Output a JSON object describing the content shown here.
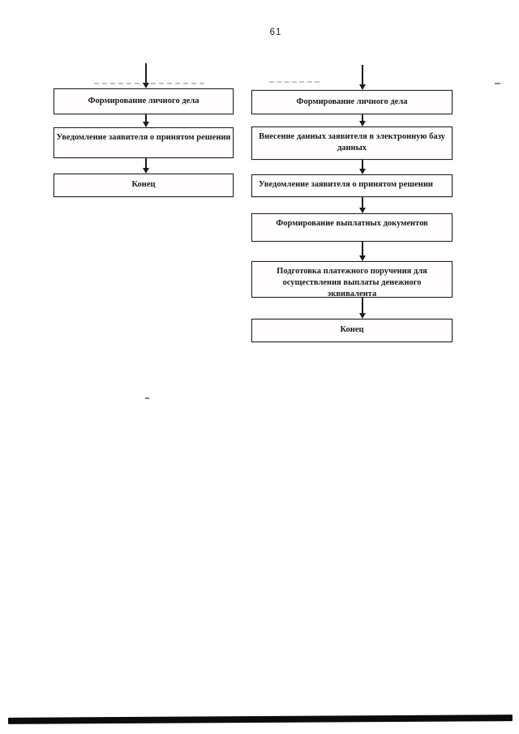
{
  "page": {
    "number": "61",
    "background": "#ffffff",
    "ink_color": "#1a1a1a"
  },
  "flowchart": {
    "left_column": {
      "nodes": [
        {
          "label": "Формирование личного дела"
        },
        {
          "label": "Уведомление заявителя о принятом решении"
        },
        {
          "label": "Конец"
        }
      ]
    },
    "right_column": {
      "nodes": [
        {
          "label": "Формирование личного дела"
        },
        {
          "label": "Внесение данных заявителя в электронную базу данных"
        },
        {
          "label": "Уведомление заявителя о принятом решении"
        },
        {
          "label": "Формирование выплатных документов"
        },
        {
          "label": "Подготовка платежного поручения для осуществления выплаты денежного эквивалента"
        },
        {
          "label": "Конец"
        }
      ]
    }
  }
}
